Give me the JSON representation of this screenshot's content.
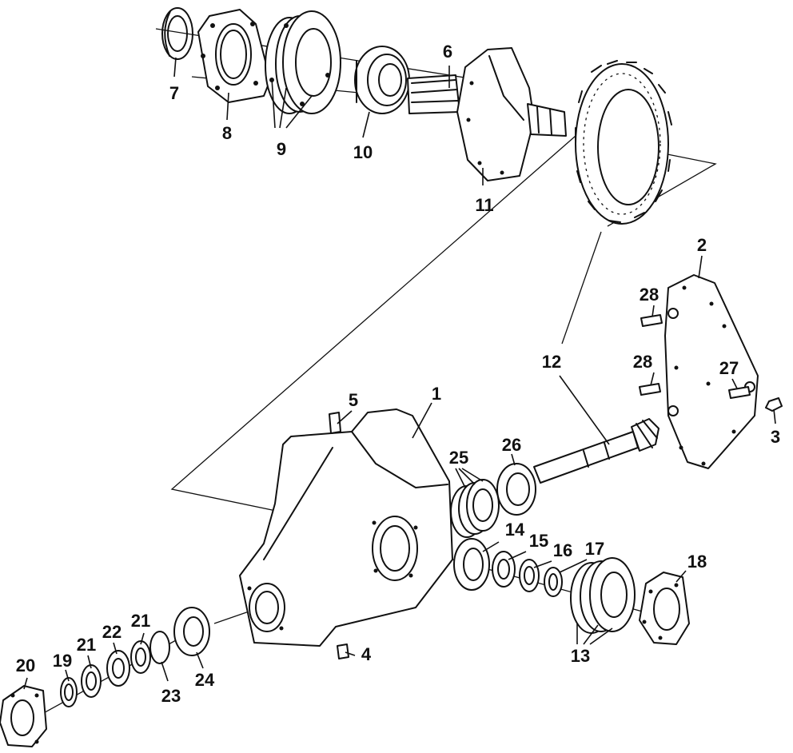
{
  "callouts": {
    "c1": "1",
    "c2": "2",
    "c3": "3",
    "c4": "4",
    "c5": "5",
    "c6": "6",
    "c7": "7",
    "c8": "8",
    "c9": "9",
    "c10": "10",
    "c11": "11",
    "c12": "12",
    "c13": "13",
    "c14": "14",
    "c15": "15",
    "c16": "16",
    "c17": "17",
    "c18": "18",
    "c19": "19",
    "c20": "20",
    "c21a": "21",
    "c21b": "21",
    "c22": "22",
    "c23": "23",
    "c24": "24",
    "c25": "25",
    "c26": "26",
    "c27": "27",
    "c28a": "28",
    "c28b": "28"
  }
}
